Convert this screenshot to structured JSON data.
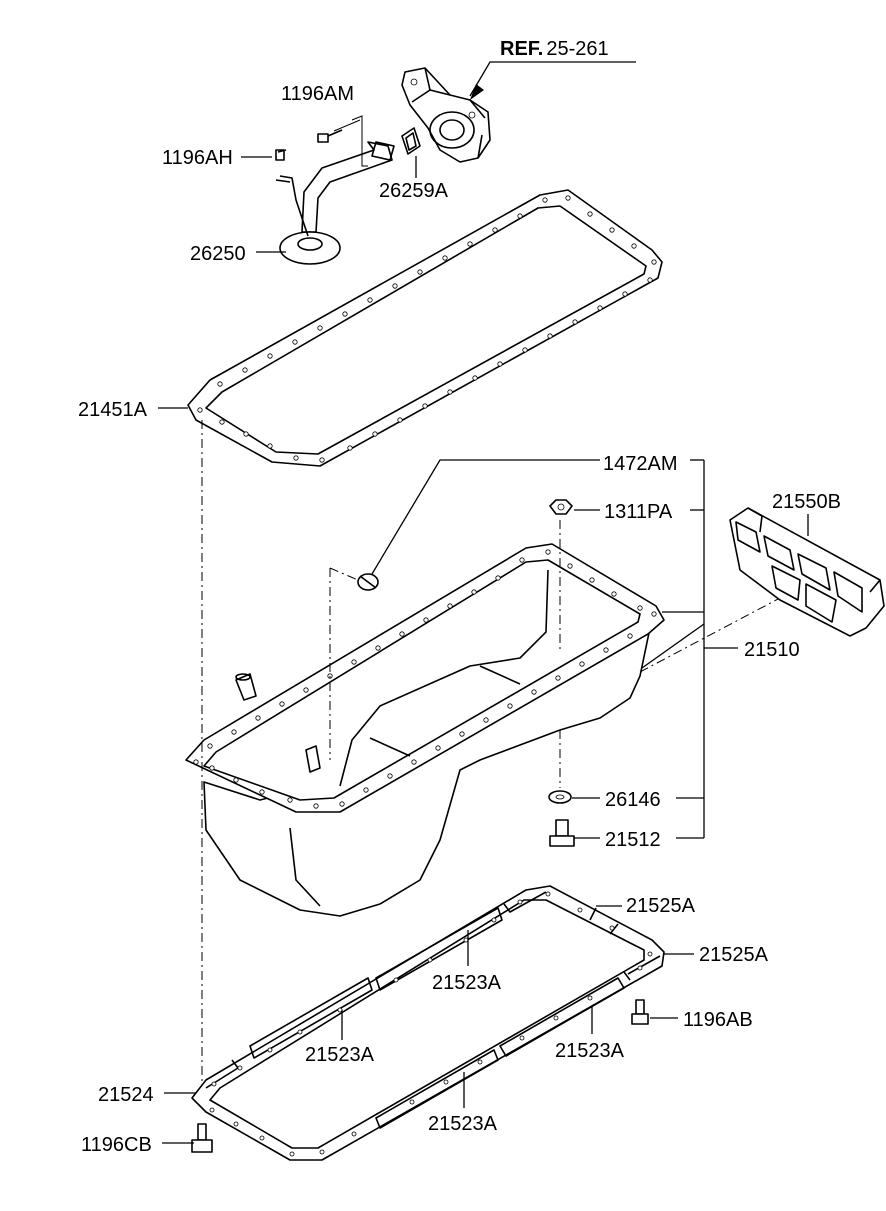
{
  "diagram": {
    "reference": {
      "bold": "REF.",
      "number": "25-261"
    },
    "labels": {
      "p1196AM": "1196AM",
      "p1196AH": "1196AH",
      "p26259A": "26259A",
      "p26250": "26250",
      "p21451A": "21451A",
      "p1472AM": "1472AM",
      "p1311PA": "1311PA",
      "p21550B": "21550B",
      "p21510": "21510",
      "p26146": "26146",
      "p21512": "21512",
      "p21525A_1": "21525A",
      "p21525A_2": "21525A",
      "p21523A_1": "21523A",
      "p1196AB": "1196AB",
      "p21523A_2": "21523A",
      "p21523A_3": "21523A",
      "p21524": "21524",
      "p21523A_4": "21523A",
      "p1196CB": "1196CB"
    }
  }
}
